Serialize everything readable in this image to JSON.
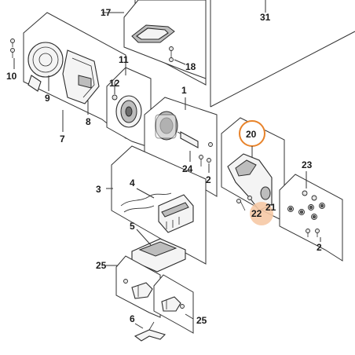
{
  "labels": {
    "l1": "1",
    "l2a": "2",
    "l2b": "2",
    "l3": "3",
    "l4": "4",
    "l5": "5",
    "l6": "6",
    "l7": "7",
    "l8": "8",
    "l9": "9",
    "l10": "10",
    "l11": "11",
    "l12": "12",
    "l17": "17",
    "l18": "18",
    "l20": "20",
    "l21": "21",
    "l22": "22",
    "l23": "23",
    "l24": "24",
    "l25a": "25",
    "l25b": "25",
    "l31": "31"
  },
  "colors": {
    "highlight_ring": "#e8832a",
    "highlight_fill": "#f6c9a5",
    "line": "#333333"
  }
}
